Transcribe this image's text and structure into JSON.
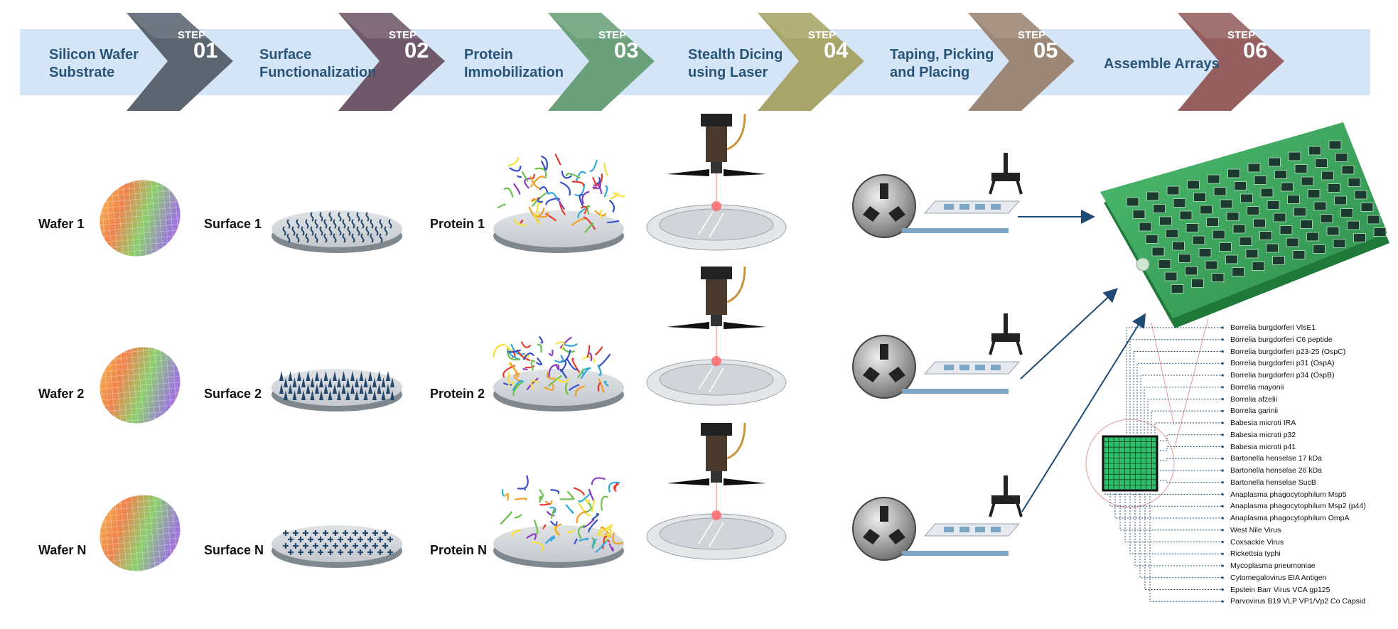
{
  "steps": [
    {
      "word": "STEP",
      "num": "01",
      "title_line1": "Silicon Wafer",
      "title_line2": "Substrate",
      "color": "#5b6570"
    },
    {
      "word": "STEP",
      "num": "02",
      "title_line1": "Surface",
      "title_line2": "Functionalization",
      "color": "#6f5869"
    },
    {
      "word": "STEP",
      "num": "03",
      "title_line1": "Protein",
      "title_line2": "Immobilization",
      "color": "#6aa17a"
    },
    {
      "word": "STEP",
      "num": "04",
      "title_line1": "Stealth Dicing",
      "title_line2": "using Laser",
      "color": "#a7a569"
    },
    {
      "word": "STEP",
      "num": "05",
      "title_line1": "Taping, Picking",
      "title_line2": "and Placing",
      "color": "#9c8675"
    },
    {
      "word": "STEP",
      "num": "06",
      "title_line1": "Assemble Arrays",
      "title_line2": "",
      "color": "#955f5f"
    }
  ],
  "rows": [
    {
      "wafer": "Wafer 1",
      "surface": "Surface 1",
      "protein": "Protein 1"
    },
    {
      "wafer": "Wafer 2",
      "surface": "Surface 2",
      "protein": "Protein 2"
    },
    {
      "wafer": "Wafer N",
      "surface": "Surface N",
      "protein": "Protein N"
    }
  ],
  "antigens": [
    "Borrelia burgdorferi VlsE1",
    "Borrelia burgdorferi C6 peptide",
    "Borrelia burgdorferi p23-25 (OspC)",
    "Borrelia burgdorferi p31 (OspA)",
    "Borrelia burgdorferi p34 (OspB)",
    "Borrelia mayonii",
    "Borrelia afzelii",
    "Borrelia garinii",
    "Babesia microti IRA",
    "Babesia microti p32",
    "Babesia microti p41",
    "Bartonella henselae 17 kDa",
    "Bartonella henselae 26 kDa",
    "Bartonella henselae SucB",
    "Anaplasma phagocytophilum Msp5",
    "Anaplasma phagocytophilum Msp2 (p44)",
    "Anaplasma phagocytophilum OmpA",
    "West Nile Virus",
    "Coxsackie Virus",
    "Rickettsia typhi",
    "Mycoplasma pneumoniae",
    "Cytomegalovirus EIA Antigen",
    "Epstein Barr Virus VCA gp125",
    "Parvovirus B19 VLP VP1/Vp2 Co Capsid"
  ],
  "colors": {
    "banner": "#d4e5f7",
    "title_text": "#2a5477",
    "disc": "#c9cdd2",
    "surface_mark": "#24476c",
    "array_green": "#3aa35c",
    "arrow": "#1f4a73"
  }
}
